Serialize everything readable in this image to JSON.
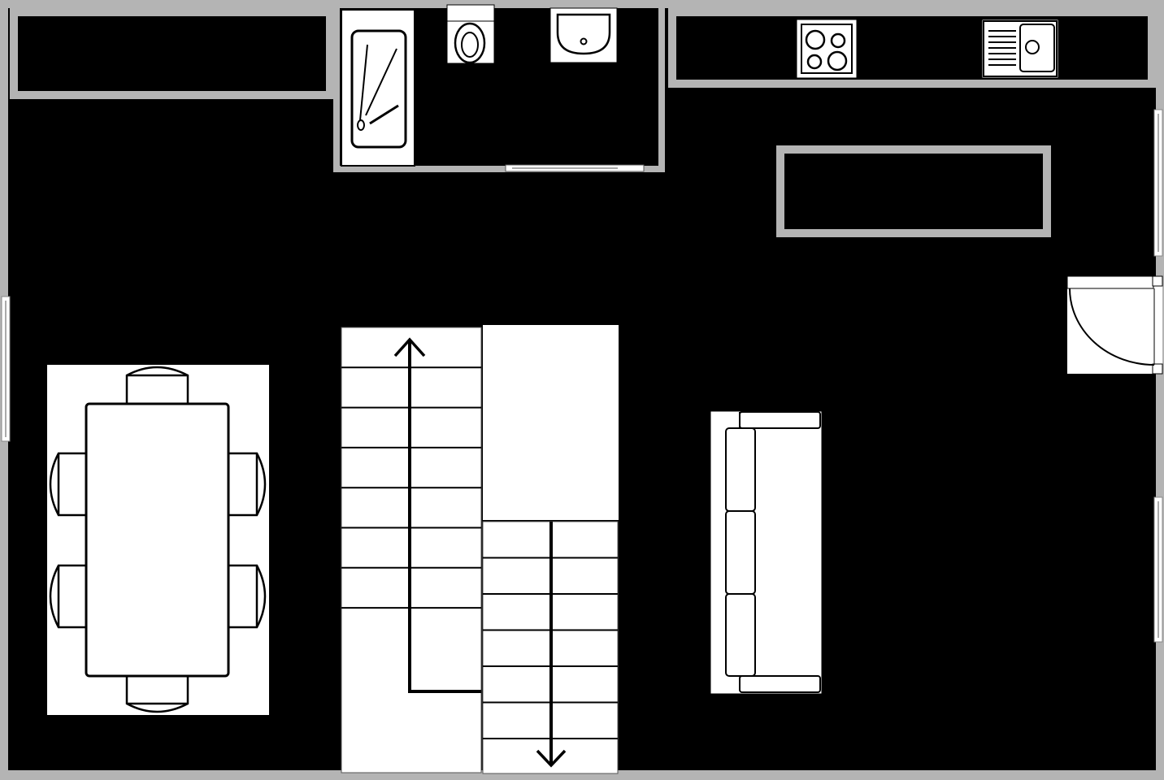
{
  "colors": {
    "floor": "#000000",
    "wall": "#b4b4b4",
    "fixture_fill": "#ffffff",
    "fixture_stroke": "#000000"
  },
  "stairs": {
    "up_flight_treads": 7,
    "down_flight_treads": 7
  },
  "fixtures": [
    "bathtub",
    "toilet",
    "washbasin",
    "cooktop",
    "kitchen-sink",
    "dining-table",
    "sofa",
    "entry-door",
    "staircase",
    "kitchen-island"
  ]
}
